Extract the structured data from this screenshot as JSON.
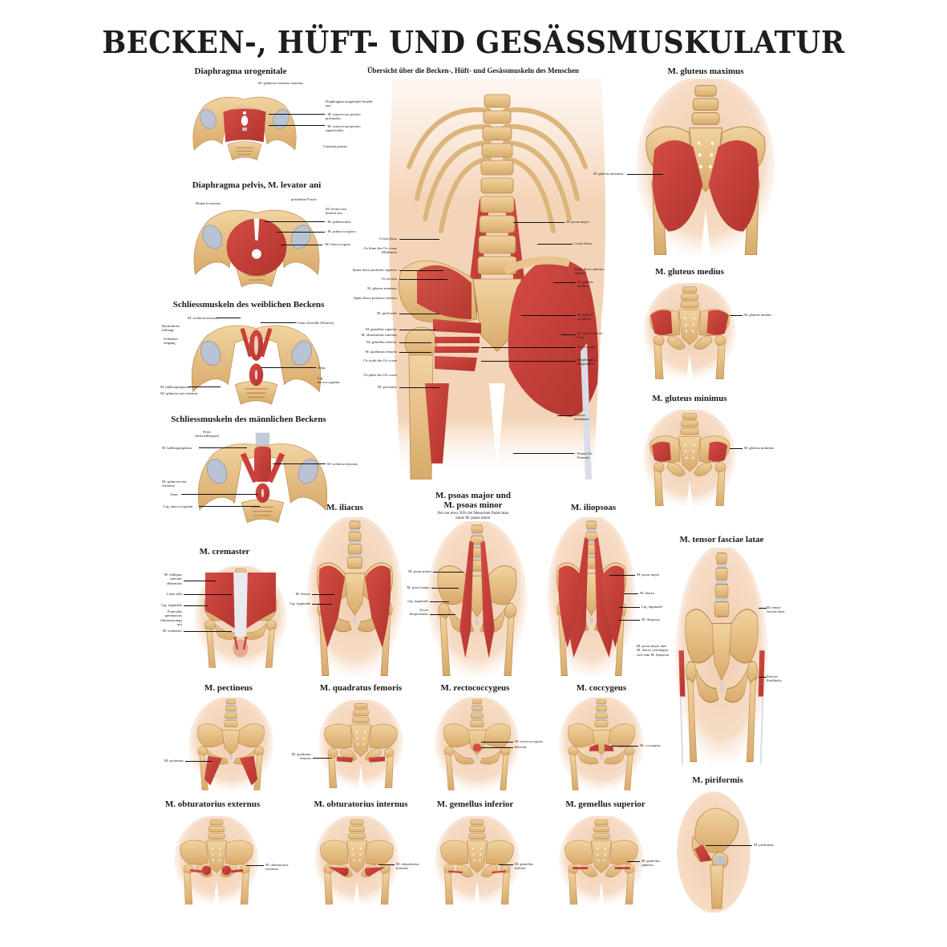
{
  "title": "BECKEN-, HÜFT- UND GESÄSSMUSKULATUR",
  "colors": {
    "muscle": "#c8403a",
    "muscle_dark": "#a8302c",
    "bone": "#e9c48e",
    "bone_dark": "#c99a5a",
    "skin": "#f3d6bd",
    "skin_light": "#fbeadc",
    "cartilage": "#b9c3d4",
    "text": "#1a1a1a"
  },
  "panels": {
    "diaphragma_urogenitale": {
      "title": "Diaphragma urogenitale",
      "labels": [
        "M. sphincter urethrae externus",
        "Diaphragma urogenitale besteht aus:",
        "- M. transversus perinei profundus",
        "- M. transversus perinei superficialis",
        "Centrum perinei"
      ]
    },
    "diaphragma_pelvis": {
      "title": "Diaphragma pelvis, M. levator ani",
      "labels": [
        "Hiatus levatorius",
        "präsakrale Faszie",
        "M. levator ani besteht aus:",
        "- M. puborectalis",
        "- M. pubococcygeus",
        "- M. iliococcygeus"
      ]
    },
    "schliessmuskeln_weiblich": {
      "title": "Schliessmuskeln des weiblichen Beckens",
      "labels": [
        "M. ischiocavernosus",
        "Harnröhren-öffnung",
        "Scheiden-eingang",
        "M. bulbospongiosus",
        "M. sphincter ani externus",
        "Glans clitoridis (Klitoris)",
        "Anus",
        "Lig. anococcygeum"
      ]
    },
    "schliessmuskeln_maennlich": {
      "title": "Schliessmuskeln des männlichen Beckens",
      "labels": [
        "Penis (Schwellkörper)",
        "M. bulbospongiosus",
        "M. ischiocavernosus",
        "M. sphincter ani externus",
        "Anus",
        "Lig. anococcygeum"
      ]
    },
    "overview": {
      "title": "Übersicht über die Becken-, Hüft- und Gesässmuskeln des Menschen",
      "labels_left": [
        "Crista iliaca",
        "Os ilium des Os coxae (Hüftbein)",
        "Spina iliaca posterior superior",
        "Os sacrum",
        "M. gluteus minimus",
        "Spina iliaca posterior inferior",
        "M. piriformis",
        "M. gemellus superior",
        "M. obturatorius internus",
        "M. gemellus inferior",
        "M. quadratus femoris",
        "Os ischii des Os coxae",
        "Os pubis des Os coxae",
        "M. pectineus"
      ],
      "labels_right": [
        "M. psoas major",
        "Crista iliaca",
        "Spina iliaca anterior superior",
        "M. gluteus medius",
        "M. gluteus maximus",
        "M. tensor fasciae latae",
        "Os coccygis",
        "Diaphragma urogenitale",
        "Tractus iliotibialis",
        "Femur Os Femoris"
      ]
    },
    "gluteus_maximus": {
      "title": "M. gluteus maximus",
      "labels": [
        "M. gluteus maximus"
      ]
    },
    "gluteus_medius": {
      "title": "M. gluteus medius",
      "labels": [
        "M. gluteus medius"
      ]
    },
    "gluteus_minimus": {
      "title": "M. gluteus minimus",
      "labels": [
        "M. gluteus minimus"
      ]
    },
    "cremaster": {
      "title": "M. cremaster",
      "labels": [
        "M. obliquus internus abdominis",
        "Linea alba",
        "Lig. inguinale",
        "Funiculus spermaticus (Samenstrang) mit",
        "M. cremaster"
      ]
    },
    "iliacus": {
      "title": "M. iliacus",
      "labels": [
        "M. iliacus",
        "Lig. inguinale"
      ]
    },
    "psoas": {
      "title": "M. psoas major und",
      "title2": "M. psoas minor",
      "subtitle": "Bei nur etwa 50% der Menschen findet man einen M. psoas minor",
      "labels": [
        "M. psoas minor",
        "M. psoas major",
        "Lig. inguinale",
        "Arcus iliopectineus"
      ]
    },
    "iliopsoas": {
      "title": "M. iliopsoas",
      "labels": [
        "M. psoas major",
        "M. iliacus",
        "Lig. inguinale",
        "M. iliopsoas",
        "M. psoas major und M. iliacus vereinigen sich zum M. iliopsoas"
      ]
    },
    "tensor_fasciae_latae": {
      "title": "M. tensor fasciae latae",
      "labels": [
        "M. tensor fasciae latae",
        "Tractus iliotibialis"
      ]
    },
    "pectineus": {
      "title": "M. pectineus",
      "labels": [
        "M. pectineus"
      ]
    },
    "quadratus_femoris": {
      "title": "M. quadratus femoris",
      "labels": [
        "M. quadratus femoris"
      ]
    },
    "rectococcygeus": {
      "title": "M. rectococcygeus",
      "labels": [
        "M. rectococcygeus",
        "Rectum"
      ]
    },
    "coccygeus": {
      "title": "M. coccygeus",
      "labels": [
        "M. coccygeus"
      ]
    },
    "piriformis": {
      "title": "M. piriformis",
      "labels": [
        "M. piriformis"
      ]
    },
    "obturatorius_externus": {
      "title": "M. obturatorius externus",
      "labels": [
        "M. obturatorius externus"
      ]
    },
    "obturatorius_internus": {
      "title": "M. obturatorius internus",
      "labels": [
        "M. obturatorius internus"
      ]
    },
    "gemellus_inferior": {
      "title": "M. gemellus inferior",
      "labels": [
        "M. gemellus inferior"
      ]
    },
    "gemellus_superior": {
      "title": "M. gemellus superior",
      "labels": [
        "M. gemellus superior"
      ]
    }
  }
}
